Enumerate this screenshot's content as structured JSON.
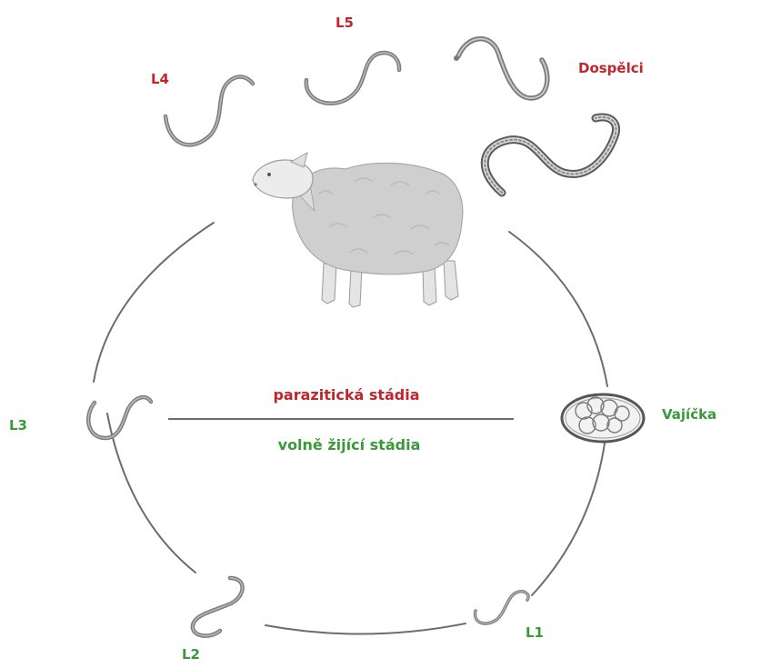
{
  "colors": {
    "parasitic": "#c0262b",
    "free_living": "#3a9a3a",
    "cycle_line": "#6c6c6c",
    "worm": "#7d7d7d",
    "sheep": "#cfcfcf"
  },
  "labels": {
    "l4": "L4",
    "l5": "L5",
    "adults": "Dospělci",
    "eggs": "Vajíčka",
    "l3": "L3",
    "l2": "L2",
    "l1": "L1",
    "parasitic_stages": "parazitická stádia",
    "free_living_stages": "volně žijící stádia"
  },
  "icons": {
    "host": "sheep-icon",
    "egg": "egg-icon",
    "larva": "larva-worm-icon",
    "adult": "adult-worm-icon"
  }
}
